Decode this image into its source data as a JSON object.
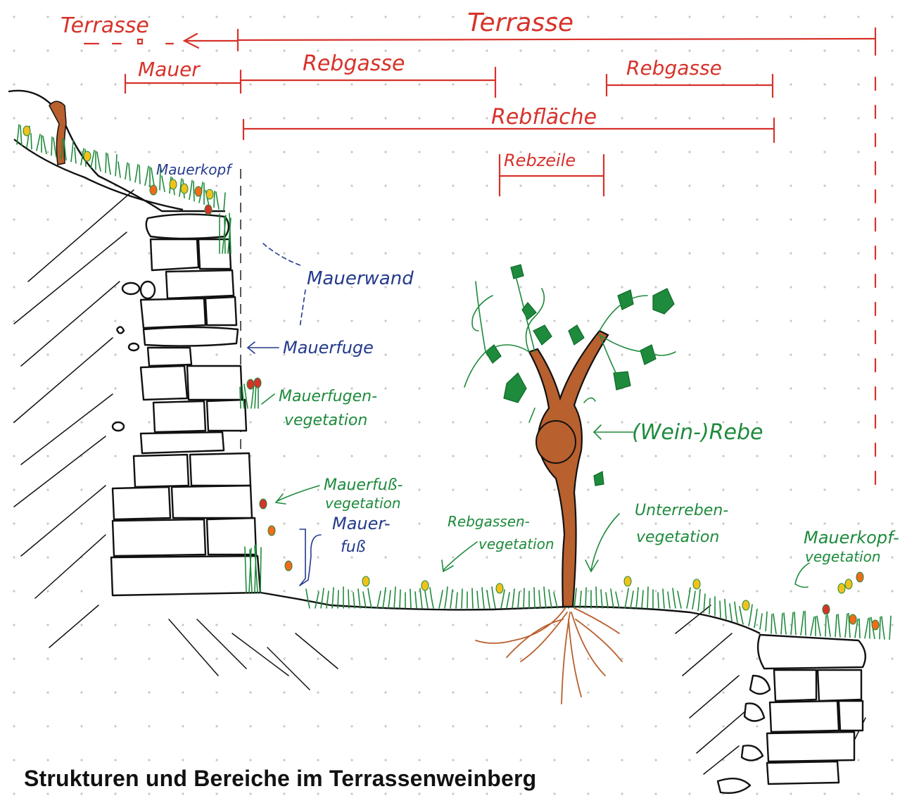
{
  "dimensions": {
    "terrasse_left": "Terrasse",
    "terrasse_main": "Terrasse",
    "mauer": "Mauer",
    "rebgasse_left": "Rebgasse",
    "rebgasse_right": "Rebgasse",
    "rebflaeche": "Rebfläche",
    "rebzeile": "Rebzeile"
  },
  "labels": {
    "mauerkopf": "Mauerkopf",
    "mauerwand": "Mauerwand",
    "mauerfuge": "Mauerfuge",
    "mauerfugen_vegetation_1": "Mauerfugen-",
    "mauerfugen_vegetation_2": "vegetation",
    "mauerfuss_vegetation_1": "Mauerfuß-",
    "mauerfuss_vegetation_2": "vegetation",
    "mauerfuss_1": "Mauer-",
    "mauerfuss_2": "fuß",
    "weinrebe": "(Wein-)Rebe",
    "rebgassen_vegetation_1": "Rebgassen-",
    "rebgassen_vegetation_2": "vegetation",
    "unterreben_vegetation_1": "Unterreben-",
    "unterreben_vegetation_2": "vegetation",
    "mauerkopf_vegetation_1": "Mauerkopf-",
    "mauerkopf_vegetation_2": "vegetation"
  },
  "caption": "Strukturen und Bereiche im Terrassenweinberg",
  "colors": {
    "dimension": "#d7322a",
    "wall_labels": "#243a8c",
    "vegetation_labels": "#1e8a3c",
    "vine": "#b8602e",
    "stone_outline": "#111111",
    "grid_dots": "#c8c8c8"
  }
}
